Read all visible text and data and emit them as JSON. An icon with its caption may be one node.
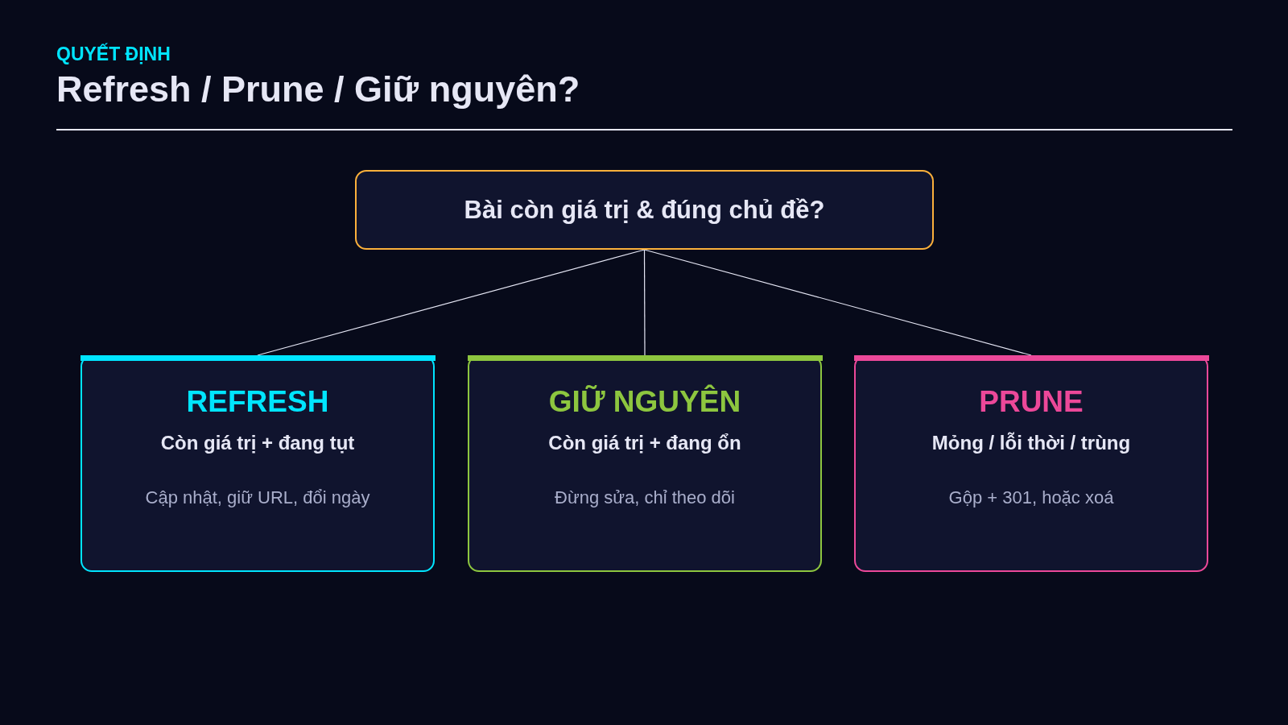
{
  "diagram": {
    "title": "Refresh / Prune / Giữ nguyên?",
    "nodes": [
      {
        "text": [
          "Bài còn giá trị & đúng chủ đề?"
        ]
      },
      {
        "text": [
          "REFRESH",
          "Còn giá trị + đang tụt",
          "Cập nhật, giữ URL, đổi ngày"
        ]
      },
      {
        "text": [
          "GIỮ NGUYÊN",
          "Còn giá trị + đang ổn",
          "Đừng sửa, chỉ theo dõi"
        ]
      },
      {
        "text": [
          "PRUNE",
          "Mỏng / lỗi thời / trùng",
          "Gộp + 301, hoặc xoá"
        ]
      }
    ],
    "edges": [
      {
        "from": 0,
        "to": 1,
        "arrow": "none"
      },
      {
        "from": 0,
        "to": 2,
        "arrow": "none"
      },
      {
        "from": 0,
        "to": 3,
        "arrow": "none"
      }
    ],
    "labels": [
      "QUYẾT ĐỊNH"
    ]
  }
}
